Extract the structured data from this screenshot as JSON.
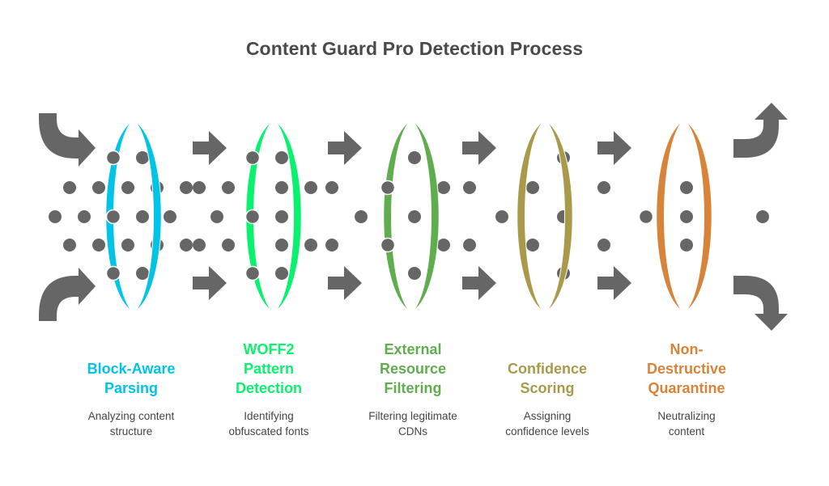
{
  "title": "Content Guard Pro Detection Process",
  "colors": {
    "arrow": "#666666",
    "dot": "#666666"
  },
  "steps": [
    {
      "label": "Block-Aware Parsing",
      "label_lines": [
        "Block-Aware",
        "Parsing"
      ],
      "description": "Analyzing content structure",
      "description_lines": [
        "Analyzing content",
        "structure"
      ],
      "color": "#00C4E6"
    },
    {
      "label": "WOFF2 Pattern Detection",
      "label_lines": [
        "WOFF2",
        "Pattern",
        "Detection"
      ],
      "description": "Identifying obfuscated fonts",
      "description_lines": [
        "Identifying",
        "obfuscated fonts"
      ],
      "color": "#08F26E"
    },
    {
      "label": "External Resource Filtering",
      "label_lines": [
        "External",
        "Resource",
        "Filtering"
      ],
      "description": "Filtering legitimate CDNs",
      "description_lines": [
        "Filtering legitimate",
        "CDNs"
      ],
      "color": "#5FAD4E"
    },
    {
      "label": "Confidence Scoring",
      "label_lines": [
        "Confidence",
        "Scoring"
      ],
      "description": "Assigning confidence levels",
      "description_lines": [
        "Assigning",
        "confidence levels"
      ],
      "color": "#A89A4A"
    },
    {
      "label": "Non-Destructive Quarantine",
      "label_lines": [
        "Non-",
        "Destructive",
        "Quarantine"
      ],
      "description": "Neutralizing content",
      "description_lines": [
        "Neutralizing",
        "content"
      ],
      "color": "#D7843A"
    }
  ]
}
